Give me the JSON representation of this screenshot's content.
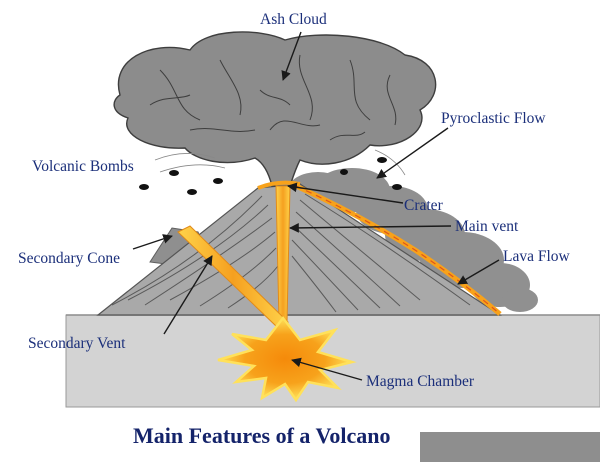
{
  "title": "Main Features of a Volcano",
  "labels": {
    "ash_cloud": "Ash Cloud",
    "pyroclastic_flow": "Pyroclastic Flow",
    "volcanic_bombs": "Volcanic Bombs",
    "crater": "Crater",
    "main_vent": "Main vent",
    "secondary_cone": "Secondary Cone",
    "lava_flow": "Lava Flow",
    "secondary_vent": "Secondary Vent",
    "magma_chamber": "Magma Chamber"
  },
  "colors": {
    "label_text": "#1b2f7a",
    "title_text": "#14236a",
    "ground": "#d2d2d2",
    "volcano": "#a9a9a9",
    "ash": "#8e8e8e",
    "magma": "#f7a21b",
    "magma_glow": "#ffe15a"
  }
}
